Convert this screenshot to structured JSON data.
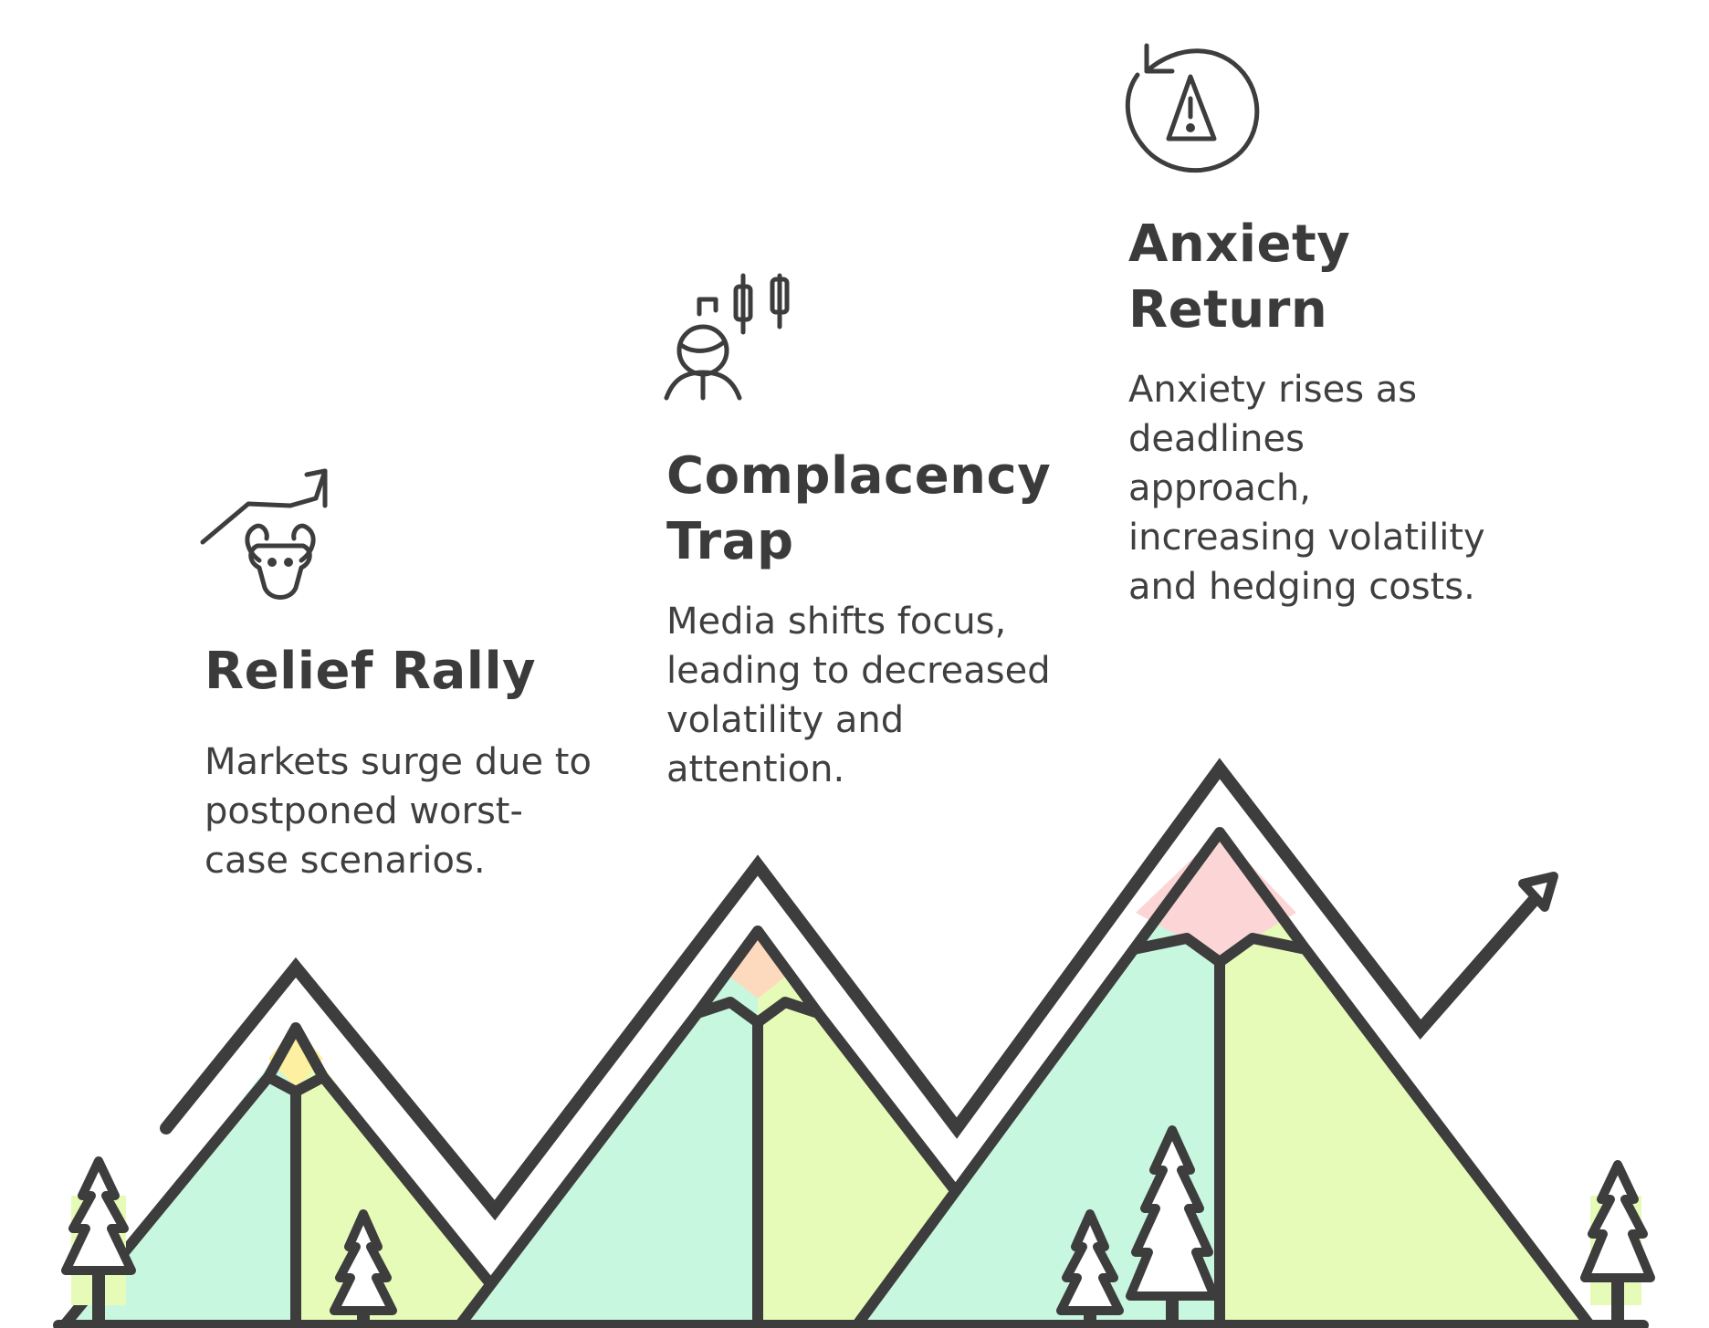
{
  "stages": [
    {
      "title": "Relief Rally",
      "description": "Markets surge due to postponed worst-case scenarios.",
      "icon": "bull-market-icon"
    },
    {
      "title": "Complacency Trap",
      "description": "Media shifts focus, leading to decreased volatility and attention.",
      "icon": "person-candlestick-icon"
    },
    {
      "title": "Anxiety Return",
      "description": "Anxiety rises as deadlines approach, increasing volatility and hedging costs.",
      "icon": "warning-cycle-icon"
    }
  ],
  "colors": {
    "stroke": "#3d3d3d",
    "mint": "#c8f7e0",
    "lime": "#e7fbb8",
    "peak_yellow": "#fdf0a0",
    "peak_orange": "#fdd9bd",
    "peak_pink": "#fcd6d6"
  }
}
